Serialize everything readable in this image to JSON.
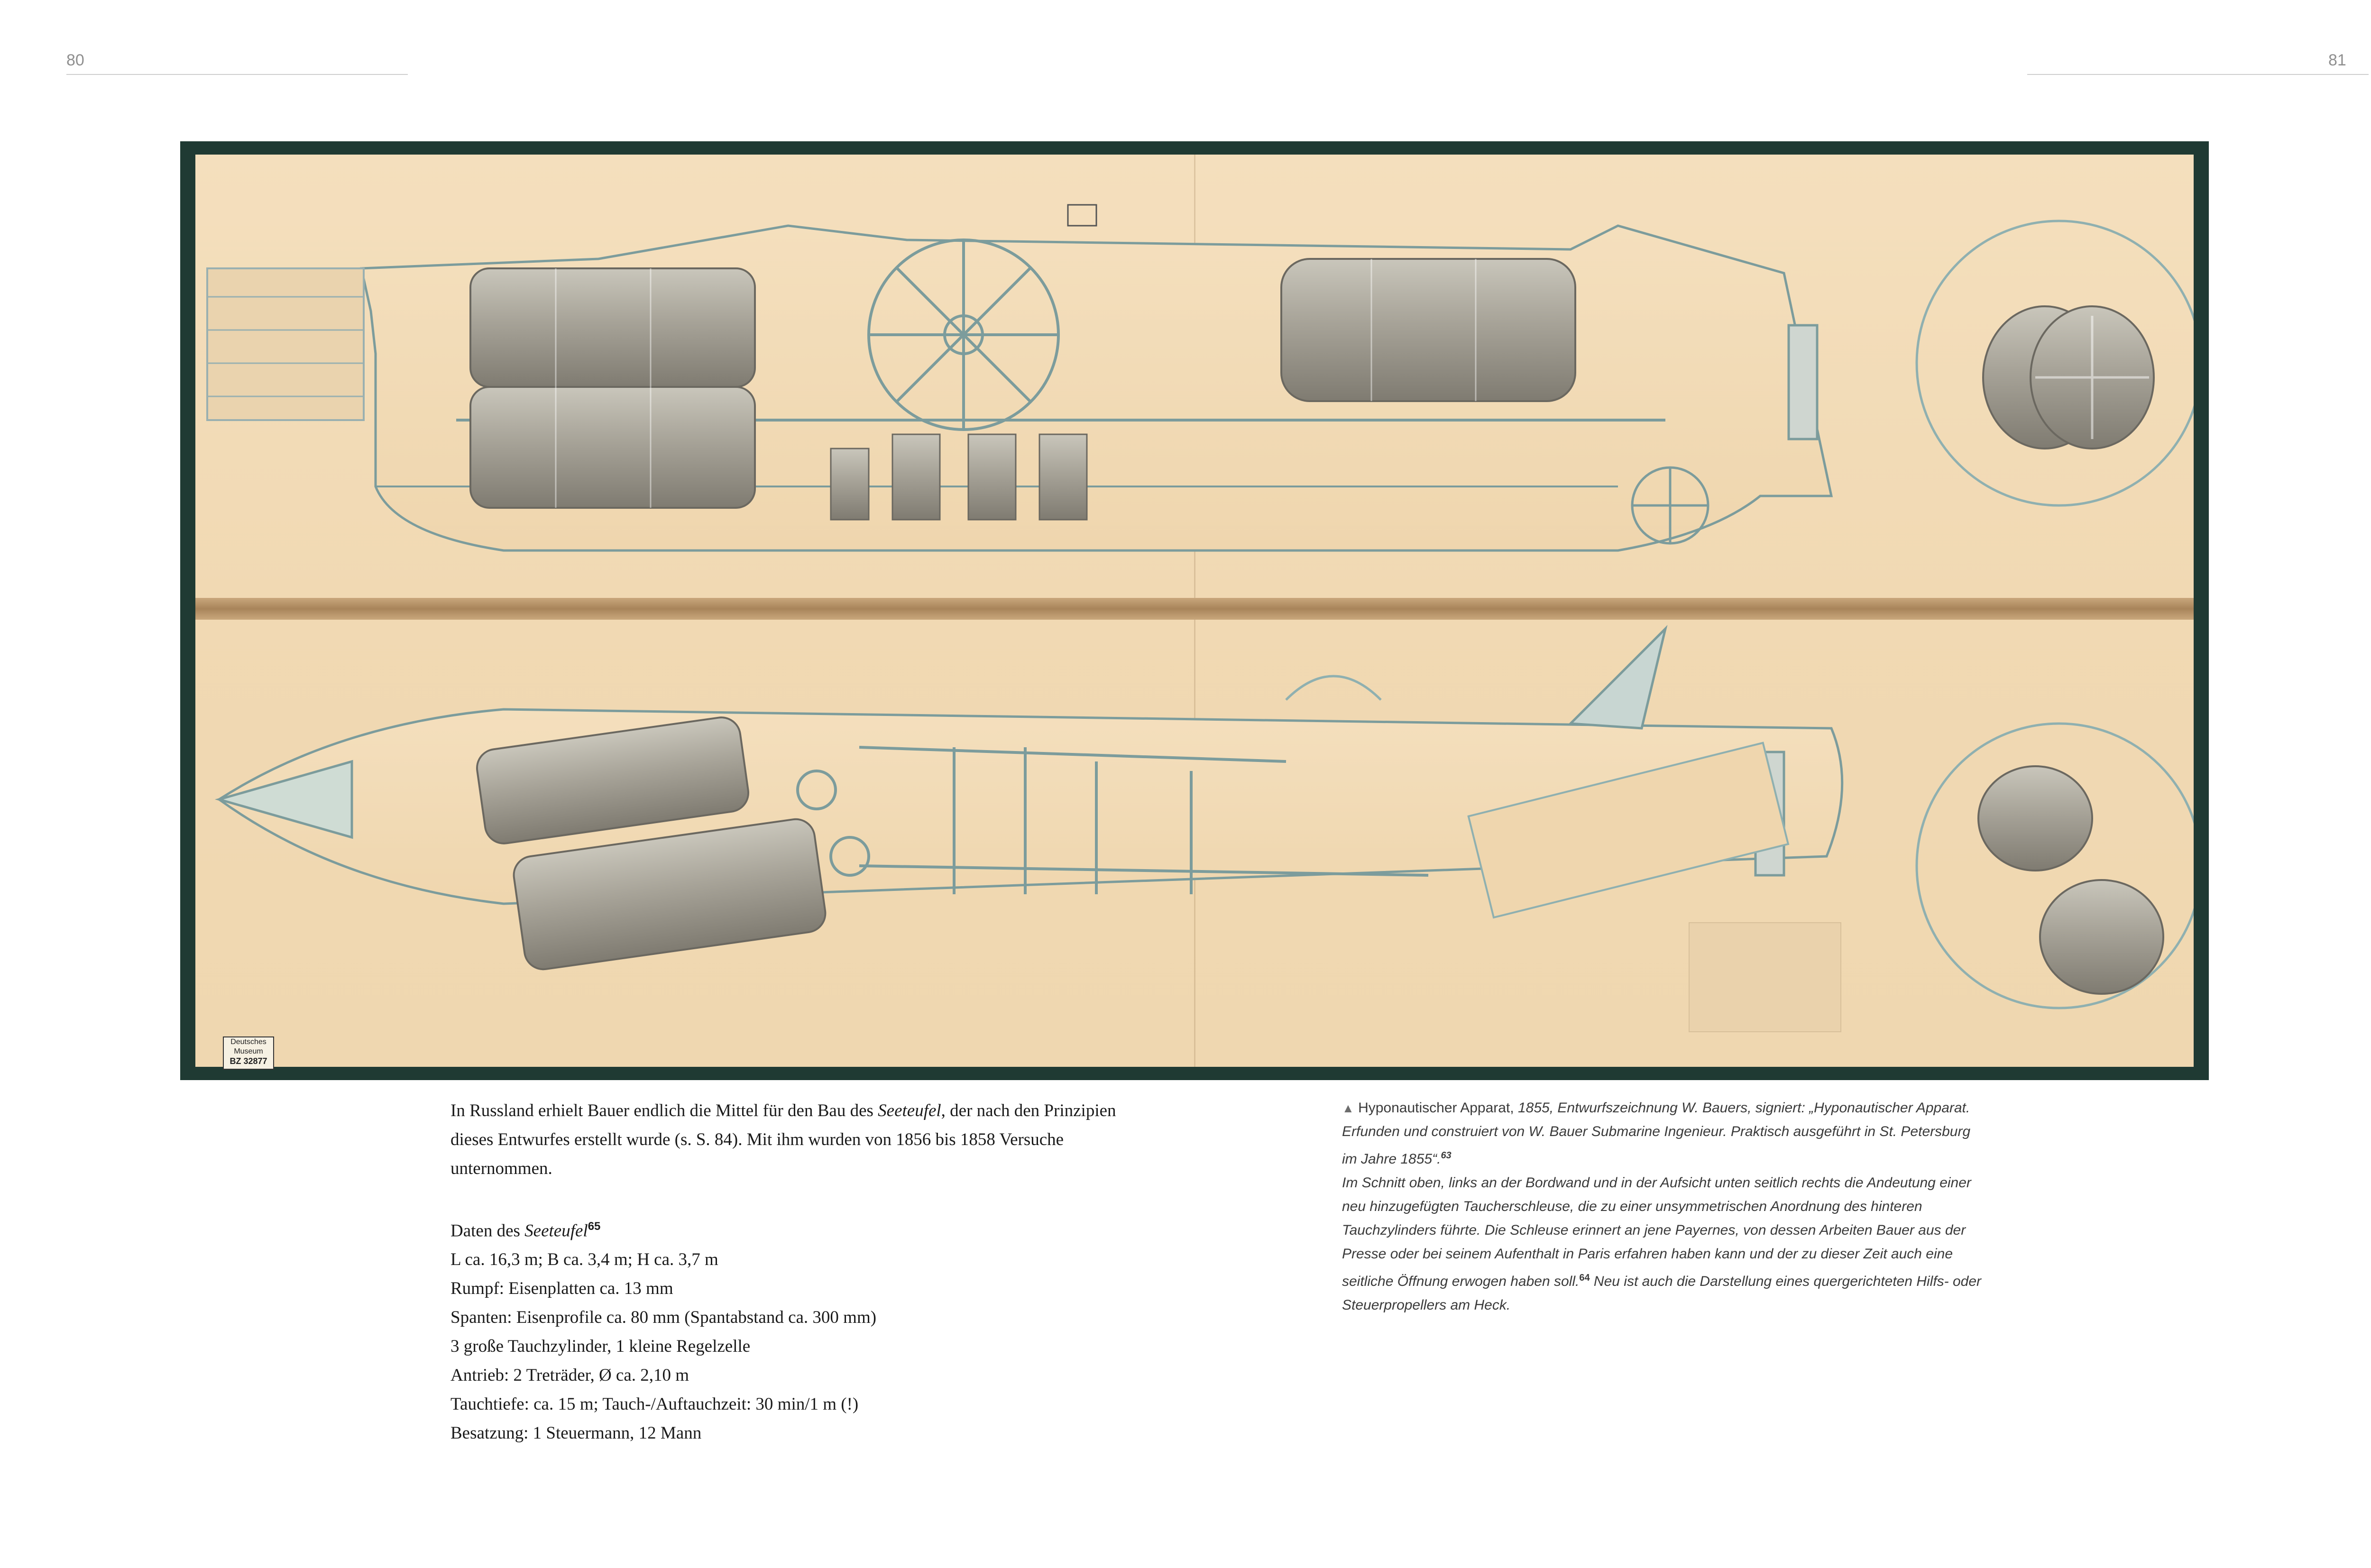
{
  "page_left": {
    "number": "80"
  },
  "page_right": {
    "number": "81"
  },
  "stamp": {
    "line1": "Deutsches Museum",
    "line2": "BZ 32877"
  },
  "text": {
    "intro_a": "In Russland erhielt Bauer endlich die Mittel für den Bau des ",
    "intro_italic": "Seeteufel",
    "intro_b": ", der nach den Prinzipien dieses Entwurfes erstellt wurde (s. S. 84). Mit ihm wurden von 1856 bis 1858 Versuche unternommen.",
    "data_heading_a": "Daten des ",
    "data_heading_italic": "Seeteufel",
    "data_heading_note": "65",
    "data_lines": [
      "L ca. 16,3 m; B ca. 3,4 m; H ca. 3,7 m",
      "Rumpf: Eisenplatten ca. 13 mm",
      "Spanten: Eisenprofile ca. 80 mm (Spantabstand ca. 300 mm)",
      "3 große Tauchzylinder, 1 kleine Regelzelle",
      "Antrieb: 2 Treträder, Ø ca. 2,10 m",
      "Tauchtiefe: ca. 15 m; Tauch-/Auftauchzeit: 30 min/1 m (!)",
      "Besatzung: 1 Steuermann, 12 Mann"
    ]
  },
  "caption": {
    "marker": "▲",
    "title": "Hyponautischer Apparat,",
    "year_and_rest": " 1855, Entwurfszeichnung W. Bauers, signiert: „Hyponautischer Apparat. Erfunden und construiert von W. Bauer Submarine Ingenieur. Praktisch ausgeführt in St. Petersburg im Jahre 1855“.",
    "note1": "63",
    "body": "Im Schnitt oben, links an der Bordwand und in der Aufsicht unten seitlich rechts die Andeutung einer neu hinzugefügten Taucherschleuse, die zu einer unsymmetrischen Anordnung des hinteren Tauchzylinders führte. Die Schleuse erinnert an jene Payernes, von dessen Arbeiten Bauer aus der Presse oder bei seinem Aufenthalt in Paris erfahren haben kann und der zu dieser Zeit auch eine seitliche Öffnung erwogen haben soll.",
    "note2": "64",
    "tail": " Neu ist auch die Darstellung eines quergerichteten Hilfs- oder Steuerpropellers am Heck."
  },
  "colors": {
    "paper": "#f2dab5",
    "mount": "#1f3a33",
    "ink": "#6f8f8f",
    "cylinder": "#a8a59a"
  }
}
